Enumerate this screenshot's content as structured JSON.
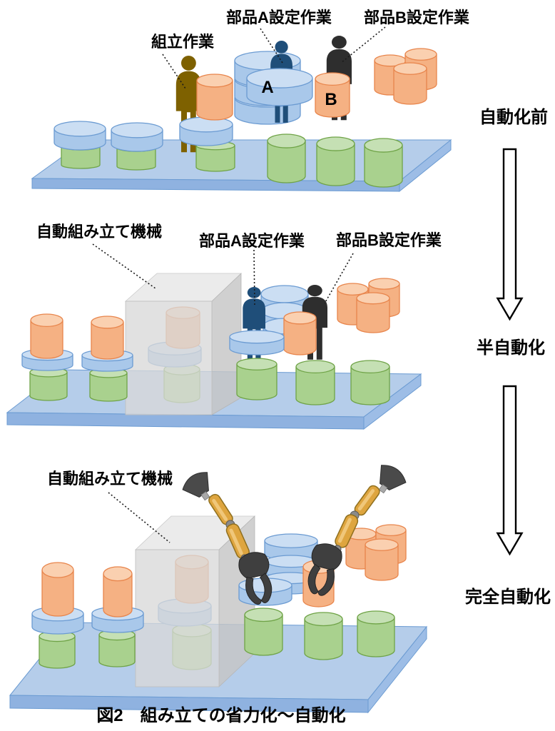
{
  "caption": "図2　組み立ての省力化～自動化",
  "stages": {
    "before": {
      "name": "自動化前",
      "labels": {
        "assembly": "組立作業",
        "part_a": "部品A設定作業",
        "part_b": "部品B設定作業"
      },
      "marks": {
        "a": "A",
        "b": "B"
      }
    },
    "semi": {
      "name": "半自動化",
      "labels": {
        "machine": "自動組み立て機械",
        "part_a": "部品A設定作業",
        "part_b": "部品B設定作業"
      }
    },
    "full": {
      "name": "完全自動化",
      "labels": {
        "machine": "自動組み立て機械"
      }
    }
  },
  "colors": {
    "part_green": "#A9D18E",
    "part_orange": "#F5B183",
    "part_blue": "#A9C8EA",
    "platform_blue": "#B5CDEA",
    "worker_olive": "#7E6100",
    "worker_navy": "#1F4E79",
    "worker_black": "#2E2E2E",
    "machine_gray": "#D9D9D9",
    "robot_yellow": "#DEA53F"
  }
}
